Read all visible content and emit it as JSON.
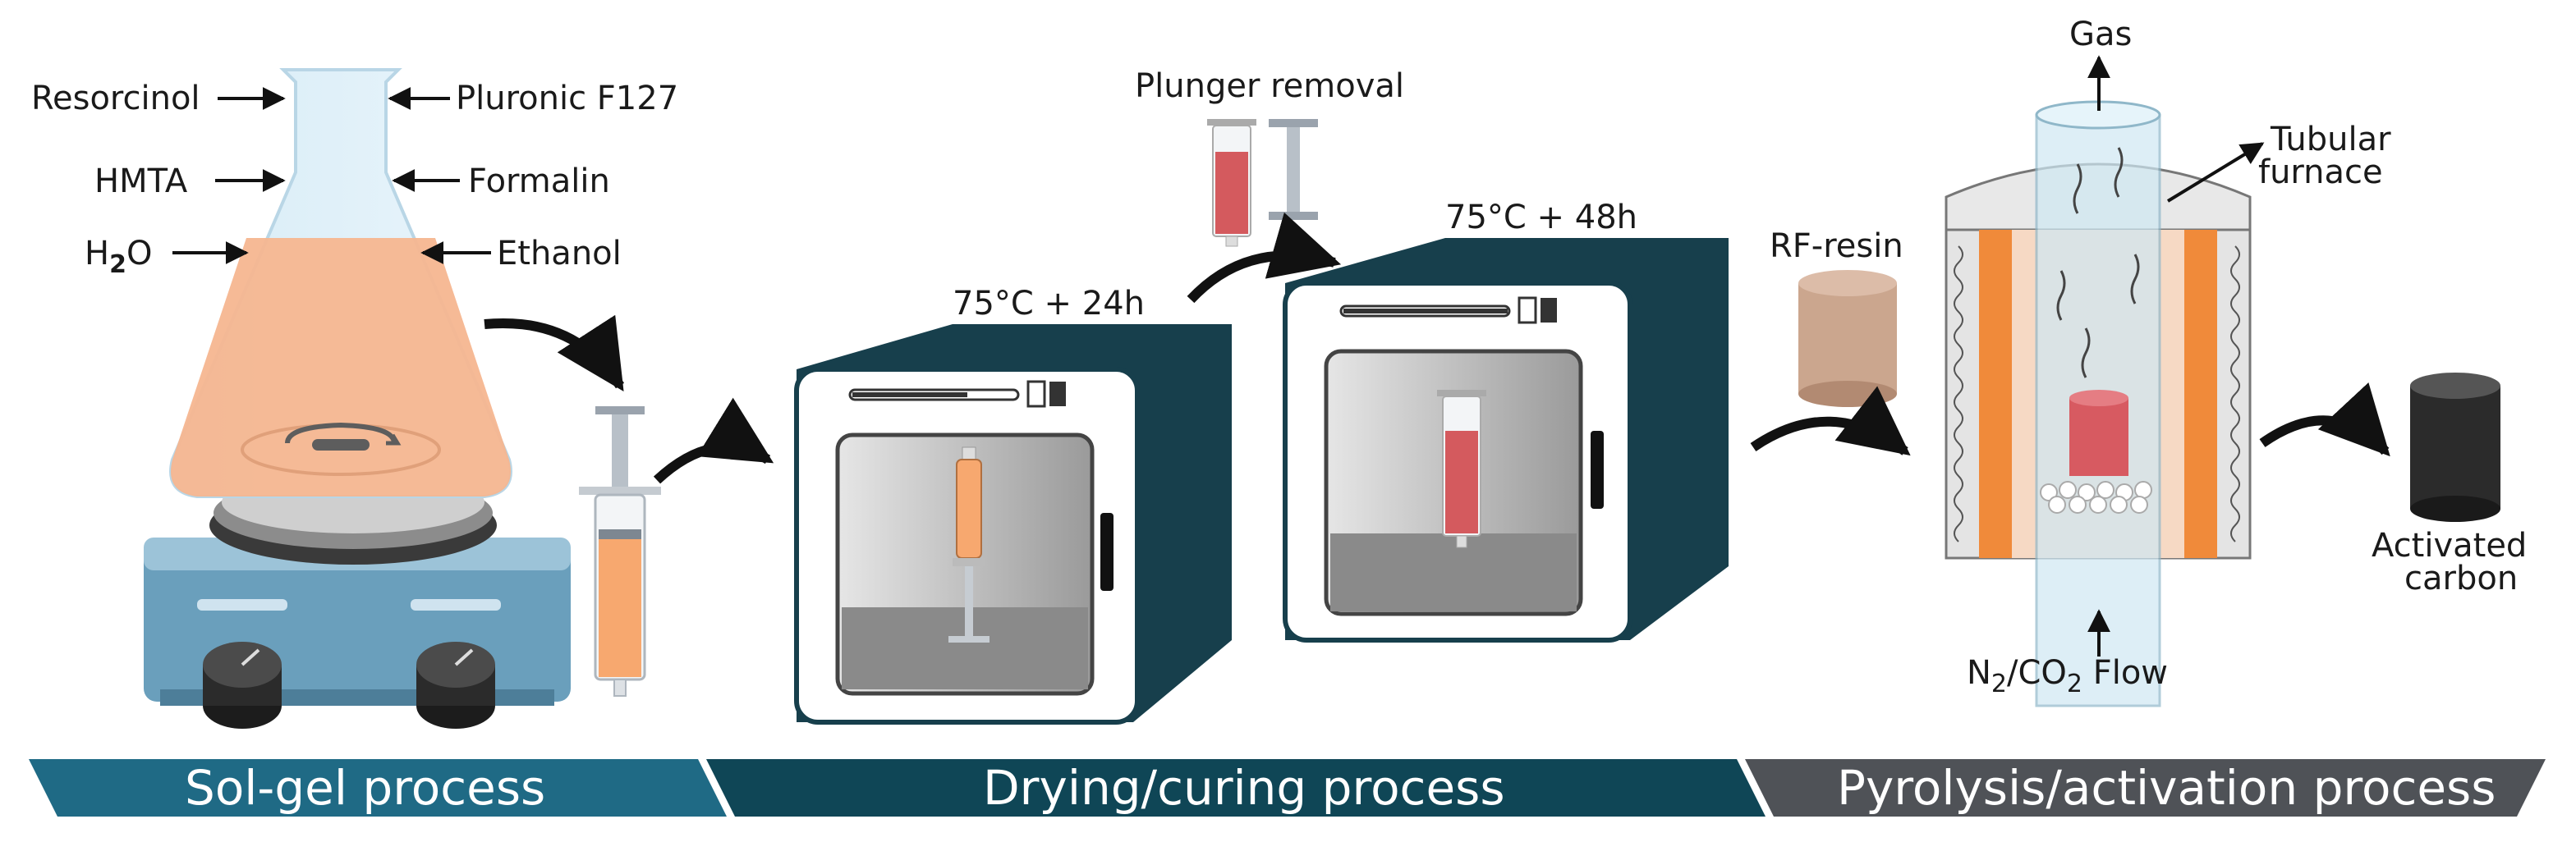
{
  "sol_gel": {
    "labels_left": [
      "Resorcinol",
      "HMTA",
      "H",
      "2",
      "O"
    ],
    "resorcinol": "Resorcinol",
    "hmta": "HMTA",
    "water_h": "H",
    "water_sub": "2",
    "water_o": "O",
    "pluronic": "Pluronic F127",
    "formalin": "Formalin",
    "ethanol": "Ethanol"
  },
  "drying": {
    "plunger_removal": "Plunger removal",
    "oven1_condition": "75°C + 24h",
    "oven2_condition": "75°C + 48h"
  },
  "pyrolysis": {
    "rf_resin": "RF-resin",
    "gas": "Gas",
    "furnace_line1": "Tubular",
    "furnace_line2": "furnace",
    "flow_n": "N",
    "flow_n_sub": "2",
    "flow_co": "/CO",
    "flow_co_sub": "2",
    "flow_word": " Flow",
    "product_line1": "Activated",
    "product_line2": "carbon"
  },
  "banners": {
    "sol_gel": "Sol-gel process",
    "drying": "Drying/curing process",
    "pyrolysis": "Pyrolysis/activation process"
  },
  "colors": {
    "banner_teal": "#1f6a85",
    "banner_dark": "#0f4656",
    "banner_gray": "#4f5257",
    "oven_dark": "#173f4c",
    "liquid_orange": "#f7a86f",
    "syringe_red": "#d45a5e",
    "furnace_orange": "#f08a3a"
  }
}
